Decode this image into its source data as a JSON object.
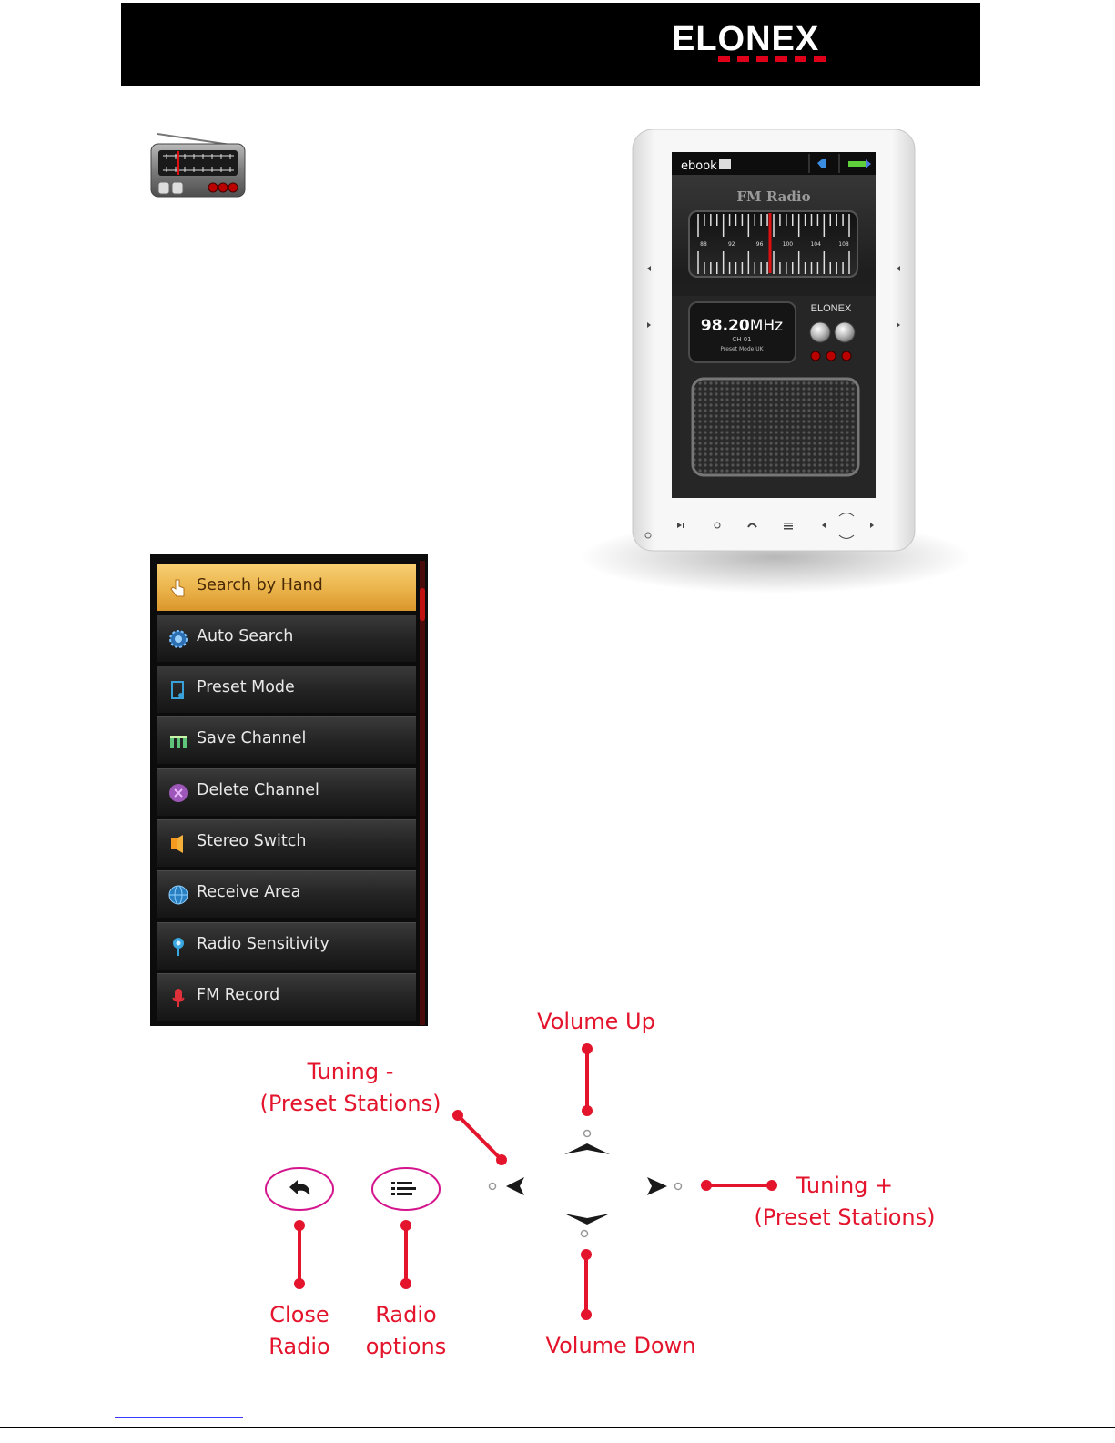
{
  "header": {
    "brand": "ELONEX"
  },
  "device": {
    "status_app": "ebook",
    "app_title": "FM Radio",
    "dial_ticks": [
      "88",
      "92",
      "96",
      "100",
      "104",
      "108"
    ],
    "frequency": "98.20",
    "frequency_unit": "MHz",
    "channel": "CH 01",
    "mode": "Preset Mode UK",
    "panel_brand": "ELONEX"
  },
  "menu": {
    "items": [
      {
        "label": "Search by Hand",
        "icon": "hand-pointer-icon",
        "active": true
      },
      {
        "label": "Auto Search",
        "icon": "gear-search-icon",
        "active": false
      },
      {
        "label": "Preset Mode",
        "icon": "preset-music-icon",
        "active": false
      },
      {
        "label": "Save Channel",
        "icon": "equalizer-icon",
        "active": false
      },
      {
        "label": "Delete Channel",
        "icon": "delete-x-icon",
        "active": false
      },
      {
        "label": "Stereo Switch",
        "icon": "speaker-icon",
        "active": false
      },
      {
        "label": "Receive Area",
        "icon": "globe-icon",
        "active": false
      },
      {
        "label": "Radio Sensitivity",
        "icon": "antenna-icon",
        "active": false
      },
      {
        "label": "FM Record",
        "icon": "microphone-icon",
        "active": false
      }
    ]
  },
  "annotations": {
    "volume_up": "Volume Up",
    "tuning_minus_1": "Tuning -",
    "tuning_minus_2": "(Preset Stations)",
    "tuning_plus_1": "Tuning +",
    "tuning_plus_2": "(Preset Stations)",
    "close_1": "Close",
    "close_2": "Radio",
    "options_1": "Radio",
    "options_2": "options",
    "volume_down": "Volume Down"
  },
  "colors": {
    "annotation": "#e3142c",
    "menu_active": "#eab24a",
    "highlight_ring": "#d4148c"
  }
}
